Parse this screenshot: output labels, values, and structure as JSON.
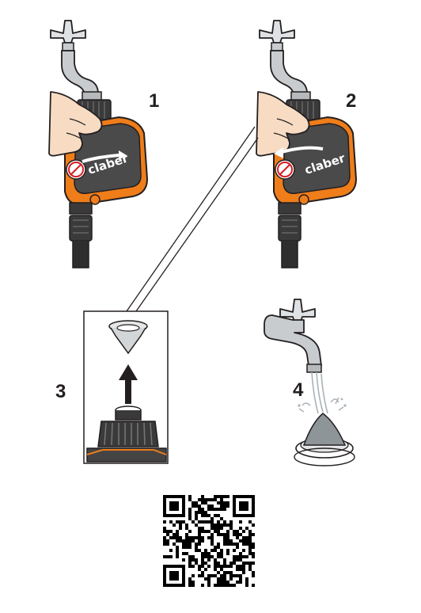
{
  "steps": [
    {
      "number": "1",
      "action": "rotate-clockwise"
    },
    {
      "number": "2",
      "action": "rotate-counterclockwise"
    },
    {
      "number": "3",
      "action": "remove-filter"
    },
    {
      "number": "4",
      "action": "rinse-filter"
    }
  ],
  "brand": {
    "label": "claber"
  },
  "colors": {
    "accent": "#ee7d1a",
    "body": "#4a4a4a",
    "outline": "#231f20",
    "tap": "#c9ccce",
    "hand": "#f7dcc3",
    "water": "#a9b2b8"
  },
  "icons": [
    "water-tap-icon",
    "hand-icon",
    "rotation-arrow-icon",
    "filter-icon",
    "up-arrow-icon",
    "qr-code-icon"
  ]
}
